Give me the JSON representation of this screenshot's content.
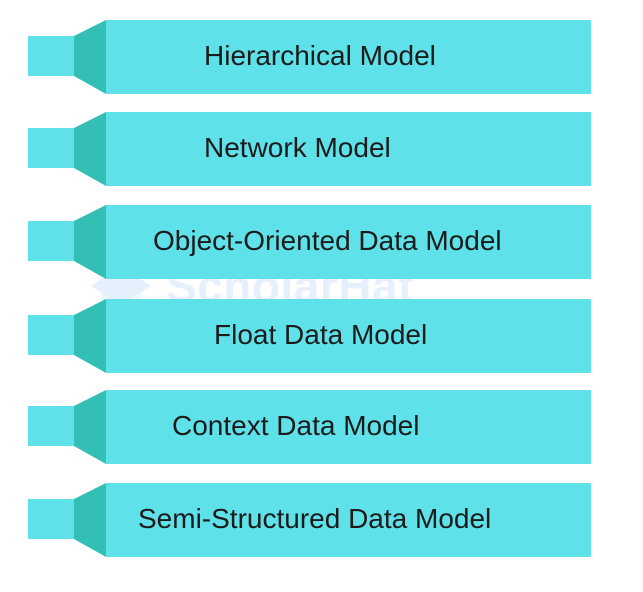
{
  "watermark": {
    "text": "ScholarHat"
  },
  "colors": {
    "bar": "#5ee1e8",
    "fold": "#34bfb6",
    "stub": "#5ee1e8",
    "text": "#1b1b1b"
  },
  "items": [
    {
      "label": "Hierarchical Model"
    },
    {
      "label": "Network Model"
    },
    {
      "label": "Object-Oriented Data Model"
    },
    {
      "label": "Float Data Model"
    },
    {
      "label": "Context Data Model"
    },
    {
      "label": "Semi-Structured Data Model"
    }
  ]
}
